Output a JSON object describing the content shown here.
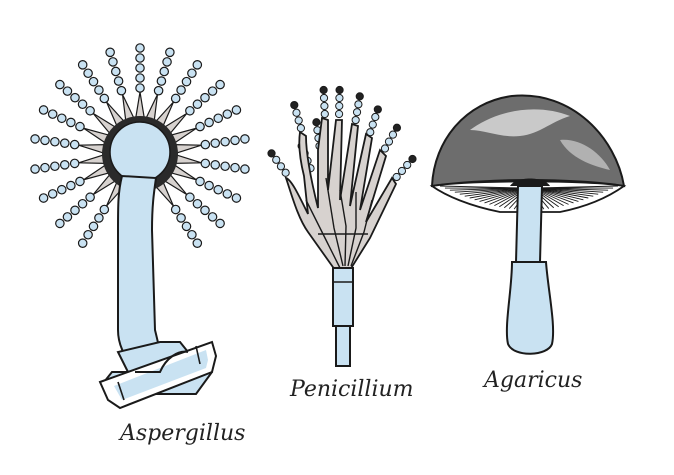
{
  "labels": {
    "aspergillus": "Aspergillus",
    "penicillium": "Penicillium",
    "agaricus": "Agaricus"
  },
  "colors": {
    "cell_blue": "#c9e2f2",
    "sterigma_gray": "#d7d2cf",
    "outline": "#1a1a1a",
    "gills_dark": "#4a4a4a",
    "background": "#ffffff"
  }
}
